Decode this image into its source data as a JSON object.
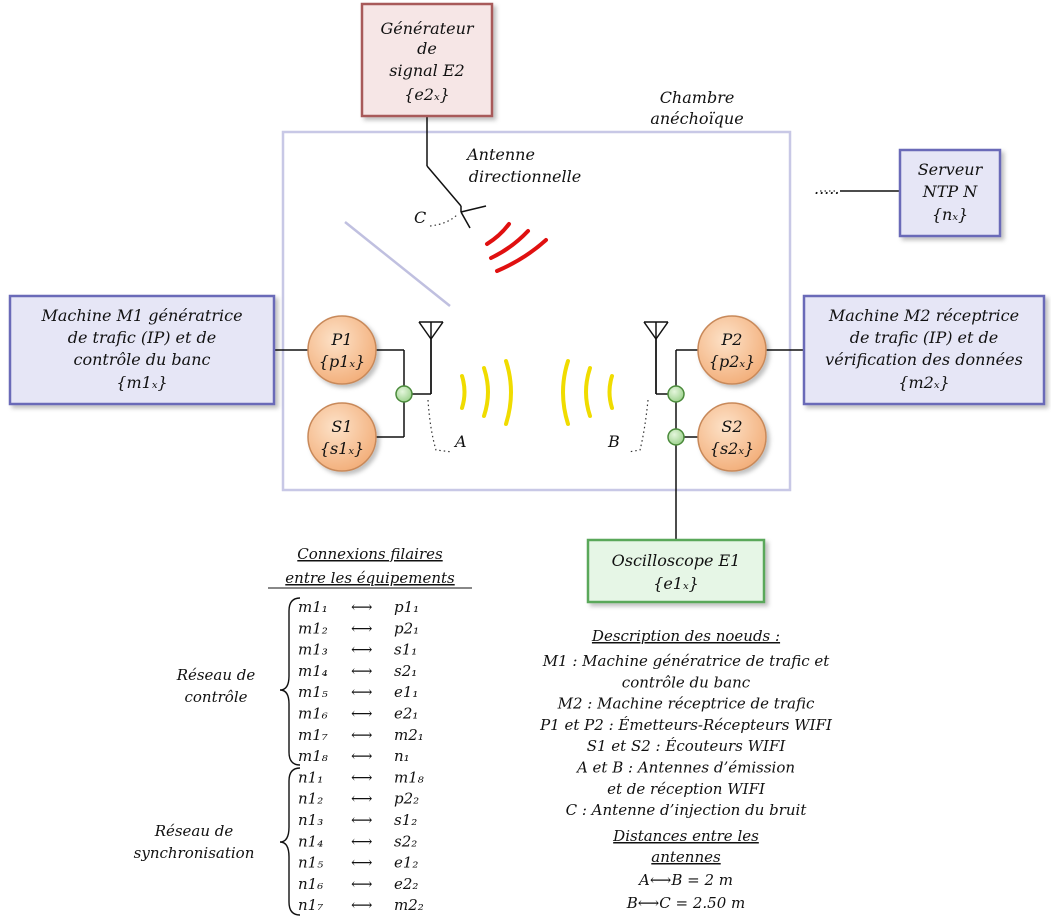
{
  "generator": {
    "line1": "Générateur",
    "line2": "de",
    "line3": "signal E2",
    "id": "{e2ₓ}"
  },
  "chamber": {
    "line1": "Chambre",
    "line2": "anéchoïque"
  },
  "directional_antenna": {
    "line1": "Antenne",
    "line2": "directionnelle"
  },
  "ntp": {
    "line1": "Serveur",
    "line2": "NTP N",
    "id": "{nₓ}",
    "dots": "....."
  },
  "m1": {
    "line1": "Machine M1 génératrice",
    "line2": "de trafic (IP) et de",
    "line3": "contrôle du banc",
    "id": "{m1ₓ}"
  },
  "m2": {
    "line1": "Machine M2 réceptrice",
    "line2": "de trafic (IP) et de",
    "line3": "vérification des données",
    "id": "{m2ₓ}"
  },
  "p1": {
    "name": "P1",
    "id": "{p1ₓ}"
  },
  "s1": {
    "name": "S1",
    "id": "{s1ₓ}"
  },
  "p2": {
    "name": "P2",
    "id": "{p2ₓ}"
  },
  "s2": {
    "name": "S2",
    "id": "{s2ₓ}"
  },
  "antenna_labels": {
    "a": "A",
    "b": "B",
    "c": "C"
  },
  "oscilloscope": {
    "line1": "Oscilloscope E1",
    "id": "{e1ₓ}"
  },
  "connections": {
    "title1": "Connexions filaires",
    "title2": "entre les équipements",
    "control_label1": "Réseau de",
    "control_label2": "contrôle",
    "sync_label1": "Réseau de",
    "sync_label2": "synchronisation",
    "arrow": "⟷",
    "control": [
      {
        "from": "m1₁",
        "to": "p1₁"
      },
      {
        "from": "m1₂",
        "to": "p2₁"
      },
      {
        "from": "m1₃",
        "to": "s1₁"
      },
      {
        "from": "m1₄",
        "to": "s2₁"
      },
      {
        "from": "m1₅",
        "to": "e1₁"
      },
      {
        "from": "m1₆",
        "to": "e2₁"
      },
      {
        "from": "m1₇",
        "to": "m2₁"
      },
      {
        "from": "m1₈",
        "to": "n₁"
      }
    ],
    "sync": [
      {
        "from": "n1₁",
        "to": "m1₈"
      },
      {
        "from": "n1₂",
        "to": "p2₂"
      },
      {
        "from": "n1₃",
        "to": "s1₂"
      },
      {
        "from": "n1₄",
        "to": "s2₂"
      },
      {
        "from": "n1₅",
        "to": "e1₂"
      },
      {
        "from": "n1₆",
        "to": "e2₂"
      },
      {
        "from": "n1₇",
        "to": "m2₂"
      }
    ]
  },
  "description": {
    "title": "Description des noeuds :",
    "lines": [
      "M1 : Machine génératrice de trafic et",
      "contrôle du banc",
      "M2 : Machine réceptrice de trafic",
      "P1 et P2 : Émetteurs-Récepteurs WIFI",
      "S1 et S2 : Écouteurs WIFI",
      "A et B : Antennes d’émission",
      "et de réception WIFI",
      "C : Antenne d’injection du bruit"
    ]
  },
  "distances": {
    "title1": "Distances entre les",
    "title2": "antennes",
    "ab": "A⟷B = 2 m",
    "bc": "B⟷C = 2.50 m"
  },
  "colors": {
    "generator_border": "#a85a5a",
    "generator_fill": "#f6e6e6",
    "machine_border": "#6a6ab8",
    "machine_fill": "#e6e6f6",
    "oscilloscope_border": "#5aa85a",
    "oscilloscope_fill": "#e6f6e6",
    "node_fill": "#f6c49c",
    "node_border": "#c8895a",
    "junction_fill": "#b8e0a8",
    "junction_border": "#4a8a3a",
    "chamber_border": "#c8c8e6",
    "wave_yellow": "#f0dc00",
    "wave_red": "#e01010"
  }
}
